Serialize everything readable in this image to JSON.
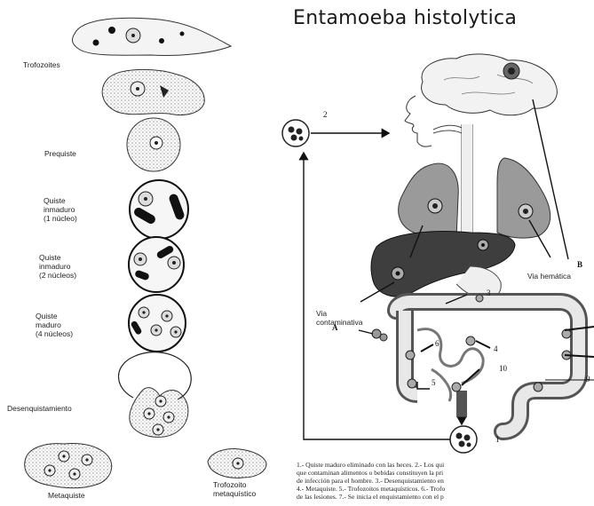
{
  "title": "Entamoeba histolytica",
  "stages": {
    "trofozoites": "Trofozoites",
    "prequiste": "Prequiste",
    "quiste_1": "Quiste\ninmaduro\n(1 núcleo)",
    "quiste_2": "Quiste\ninmaduro\n(2 núcleos)",
    "quiste_4": "Quiste\nmaduro\n(4 núcleos)",
    "desenquistamiento": "Desenquistamiento",
    "metaquiste": "Metaquiste",
    "trofozoito_metaquistico": "Trofozoito\nmetaquístico"
  },
  "cycle": {
    "via_hematica": "Via hemática",
    "via_contaminativa": "Via\ncontaminativa",
    "label_a": "A",
    "label_b": "B",
    "n1": "1",
    "n2": "2",
    "n3": "3",
    "n4": "4",
    "n5": "5",
    "n6": "6",
    "n9": "9",
    "n10": "10"
  },
  "caption": "1.- Quiste maduro eliminado con las heces. 2.- Los qui\nque contaminan alimentos o bebidas constituyen la pri\nde infección para el hombre. 3.- Desenquistamiento en\n4.- Metaquiste. 5.- Trofozoitos metaquísticos. 6.- Trofo\nde las lesiones. 7.- Se inicia el enquistamiento con el p"
}
